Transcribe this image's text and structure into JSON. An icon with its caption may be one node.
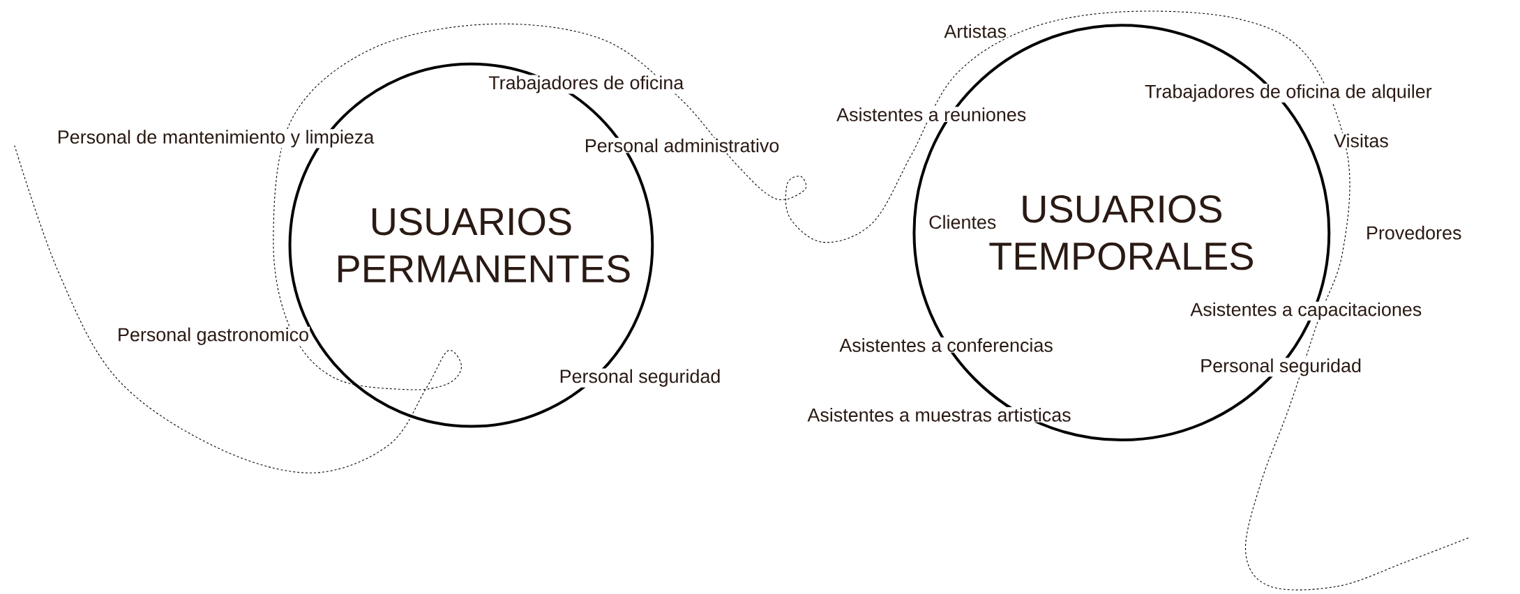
{
  "diagram": {
    "nodes": [
      {
        "text": [
          "USUARIOS PERMANENTES"
        ]
      },
      {
        "text": [
          "USUARIOS TEMPORALES"
        ]
      }
    ],
    "labels": [
      "Artistas",
      "Trabajadores de oficina",
      "Asistentes a reuniones",
      "Trabajadores de oficina de alquiler",
      "Personal de mantenimiento y limpieza",
      "Personal administrativo",
      "Visitas",
      "Clientes",
      "Provedores",
      "Asistentes a capacitaciones",
      "Personal gastronomico",
      "Asistentes a conferencias",
      "Personal seguridad",
      "Personal seguridad",
      "Asistentes a muestras artisticas"
    ]
  }
}
